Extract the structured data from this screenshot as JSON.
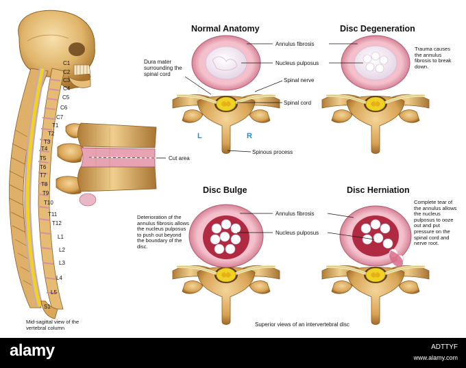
{
  "titles": {
    "normal": "Normal Anatomy",
    "degeneration": "Disc Degeneration",
    "bulge": "Disc Bulge",
    "herniation": "Disc Herniation"
  },
  "labels": {
    "annulus_1": "Annulus fibrosis",
    "nucleus_1": "Nucleus pulposus",
    "dura": "Dura mater surrounding the spinal cord",
    "spinal_nerve": "Spinal nerve",
    "spinal_cord": "Spinal cord",
    "spinous": "Spinous process",
    "left": "L",
    "right": "R",
    "cut_area": "Cut area",
    "annulus_2": "Annulus fibrosis",
    "nucleus_2": "Nucleus pulposus"
  },
  "notes": {
    "trauma": "Trauma causes the annulus fibrosis to break down.",
    "deterioration": "Deterioration of the annulus fibrosis allows the nucleus pulposus to push out beyond the boundary of the disc.",
    "complete_tear": "Complete tear of the annulus allows the nucleus pulposus to ooze out and put pressure on the spinal cord and nerve root."
  },
  "captions": {
    "midsagittal": "Mid-sagittal view of the vertebral column",
    "superior": "Superior views of an intervertebral disc"
  },
  "vertebrae": [
    "C1",
    "C2",
    "C3",
    "C4",
    "C5",
    "C6",
    "C7",
    "T1",
    "T2",
    "T3",
    "T4",
    "T5",
    "T6",
    "T7",
    "T8",
    "T9",
    "T10",
    "T11",
    "T12",
    "L1",
    "L2",
    "L3",
    "L4",
    "L5",
    "S1"
  ],
  "watermark": {
    "brand": "alamy",
    "code": "ADTTYF",
    "url": "www.alamy.com"
  },
  "colors": {
    "bone": "#d9a85a",
    "disc_ring": "#e8a2b2",
    "nucleus": "#f5eef5",
    "cord": "#f0d224"
  }
}
